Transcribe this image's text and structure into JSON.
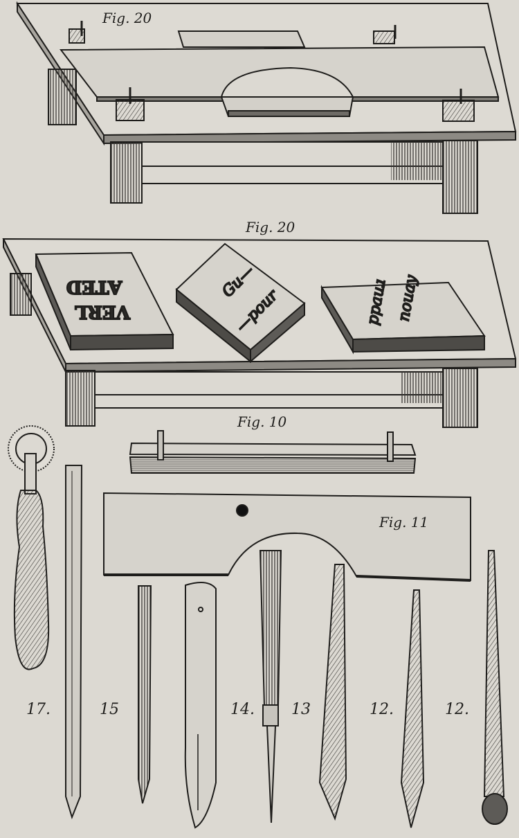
{
  "figures": {
    "fig_top": "Fig. 20",
    "fig_mid": "Fig. 20",
    "fig_10": "Fig. 10",
    "fig_11": "Fig. 11"
  },
  "block_texts": {
    "block_left_line1": "ATED",
    "block_left_line2": "VERL",
    "block_mid_line1": "Gu—",
    "block_mid_line2": "—pour",
    "block_right_line1": "ppauɹ",
    "block_right_line2": "nouay"
  },
  "tool_numbers": {
    "t17": "17.",
    "t15": "15",
    "t14": "14.",
    "t13": "13",
    "t12a": "12.",
    "t12b": "12."
  },
  "colors": {
    "paper": "#dcd9d2",
    "ink": "#1e1d1b",
    "hatch": "#3a3835"
  }
}
